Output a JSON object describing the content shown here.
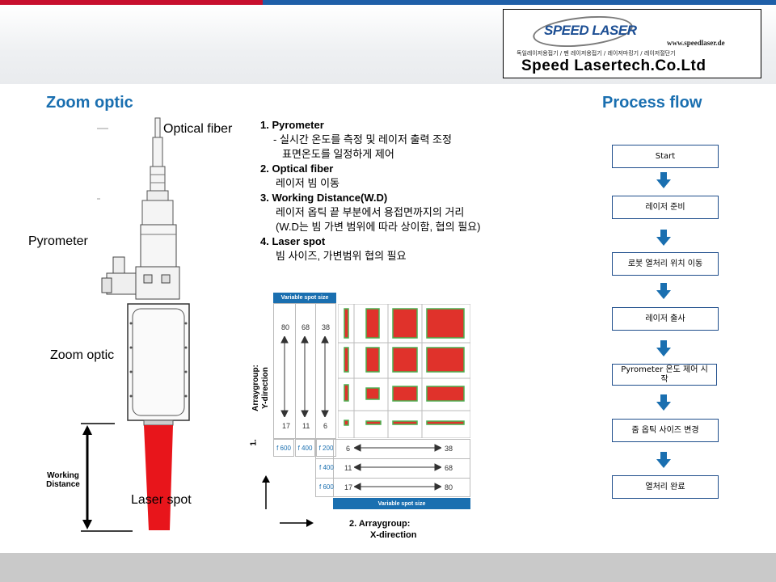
{
  "logo": {
    "brand": "SPEED LASER",
    "url": "www.speedlaser.de",
    "subtitle": "독일레이저용접기 / 펜 레이저용접기 / 레이저마킹기 / 레이저절단기",
    "company": "Speed Lasertech.Co.Ltd"
  },
  "left": {
    "title": "Zoom optic",
    "labels": {
      "optical_fiber": "Optical fiber",
      "pyrometer": "Pyrometer",
      "zoom_optic": "Zoom optic",
      "working_distance_1": "Working",
      "working_distance_2": "Distance",
      "laser_spot": "Laser spot"
    }
  },
  "description": {
    "lines": [
      "1.  Pyrometer",
      "- 실시간 온도를 측정 및 레이저 출력 조정",
      "표면온도를 일정하게 제어",
      "2. Optical fiber",
      "레이저 빔 이동",
      "3. Working Distance(W.D)",
      "레이저 옵틱 끝 부분에서 용접면까지의 거리",
      "(W.D는 빔 가변 범위에 따라 상이함, 협의 필요)",
      "4. Laser spot",
      "빔 사이즈, 가변범위 협의 필요"
    ]
  },
  "spot_grid": {
    "header": "Variable spot size",
    "footer": "Variable spot size",
    "y_values": [
      "80",
      "68",
      "38"
    ],
    "y_min_values": [
      "17",
      "11",
      "6"
    ],
    "focal_labels": [
      "f 600",
      "f 400",
      "f 200"
    ],
    "x_rows": [
      {
        "focal": "f 200",
        "min": "6",
        "max": "38"
      },
      {
        "focal": "f 400",
        "min": "11",
        "max": "68"
      },
      {
        "focal": "f 600",
        "min": "17",
        "max": "80"
      }
    ],
    "y_axis_label_1": "Arraygroup:",
    "y_axis_label_2": "Y-direction",
    "y_axis_number": "1.",
    "x_axis_label_1": "2. Arraygroup:",
    "x_axis_label_2": "X-direction"
  },
  "process": {
    "title": "Process flow",
    "steps": [
      "Start",
      "레이저 준비",
      "로봇 열처리 위치 이동",
      "레이저 출사",
      "Pyrometer    온도 제어 시작",
      "줌 옵틱 사이즈 변경",
      "열처리 완료"
    ]
  },
  "colors": {
    "title_blue": "#1a6fb0",
    "arrow_blue": "#1a6fb0",
    "top_red": "#c8102e",
    "top_blue": "#1f5fa8",
    "laser_red": "#e8151b"
  }
}
